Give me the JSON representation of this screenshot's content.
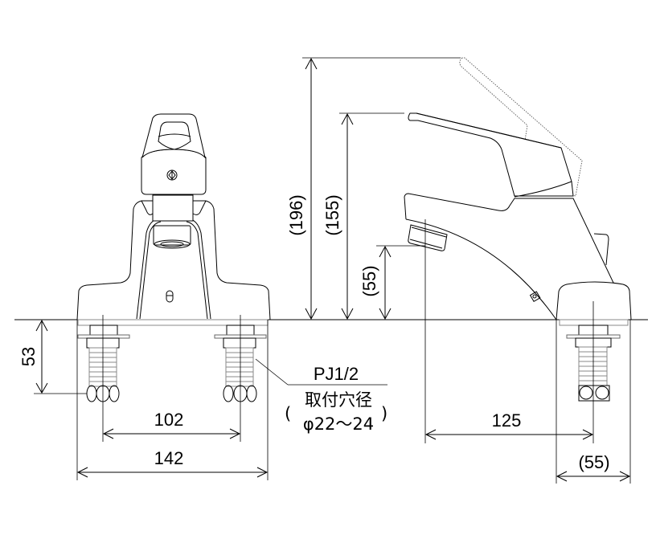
{
  "diagram": {
    "subject": "single-lever faucet dimension drawing",
    "views": [
      "front-view",
      "side-view"
    ],
    "units": "mm",
    "colors": {
      "line": "#000000",
      "background": "#ffffff",
      "hidden_line": "#555555"
    }
  },
  "front_view": {
    "dim_mount_depth": "53",
    "dim_hole_pitch": "102",
    "dim_base_width": "142",
    "callout_thread": "PJ1/2",
    "callout_hole_label": "取付穴径",
    "callout_hole_size": "φ22～24",
    "callout_paren_open": "(",
    "callout_paren_close": ")"
  },
  "side_view": {
    "dim_lever_raised_height": "(196)",
    "dim_lever_height": "(155)",
    "dim_spout_height": "(55)",
    "dim_spout_reach": "125",
    "dim_base_depth": "(55)"
  }
}
